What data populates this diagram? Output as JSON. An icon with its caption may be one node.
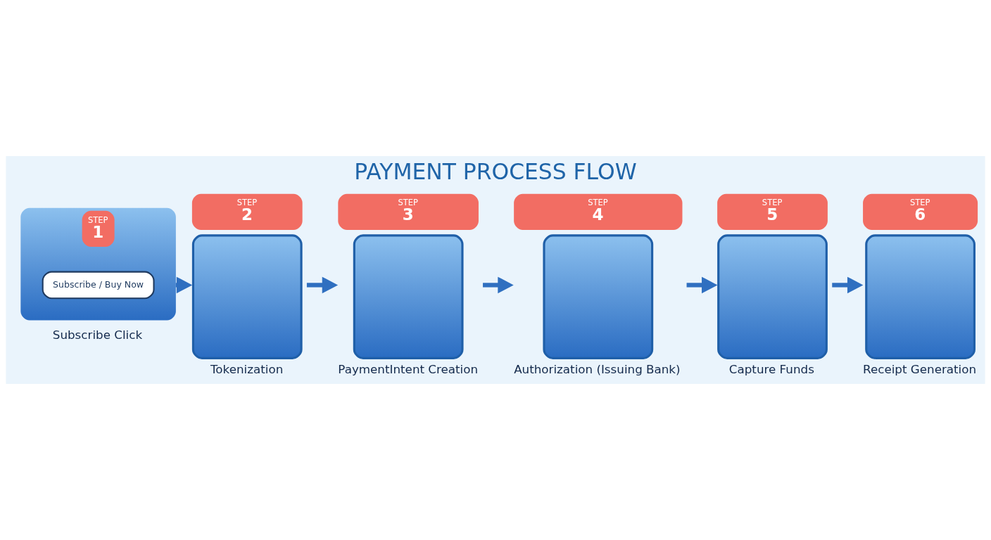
{
  "diagram": {
    "title": "PAYMENT PROCESS FLOW",
    "nodes": [
      {
        "text": [
          "STEP",
          "1"
        ],
        "beside": [
          "Subscribe Click"
        ]
      },
      {
        "text": [
          "Subscribe / Buy Now"
        ],
        "in": 0
      },
      {
        "text": [
          "STEP",
          "2"
        ],
        "beside": [
          "Tokenization"
        ]
      },
      {
        "text": [
          "STEP",
          "3"
        ],
        "beside": [
          "PaymentIntent Creation"
        ]
      },
      {
        "text": [
          "STEP",
          "4"
        ],
        "beside": [
          "Authorization (Issuing Bank)"
        ]
      },
      {
        "text": [
          "STEP",
          "5"
        ],
        "beside": [
          "Capture Funds"
        ]
      },
      {
        "text": [
          "STEP",
          "6"
        ],
        "beside": [
          "Receipt Generation"
        ]
      }
    ],
    "edges": [
      {
        "from": 0,
        "to": 2,
        "arrow": "to"
      },
      {
        "from": 2,
        "to": 3,
        "arrow": "to"
      },
      {
        "from": 3,
        "to": 4,
        "arrow": "to"
      },
      {
        "from": 4,
        "to": 5,
        "arrow": "to"
      },
      {
        "from": 5,
        "to": 6,
        "arrow": "to"
      }
    ]
  }
}
